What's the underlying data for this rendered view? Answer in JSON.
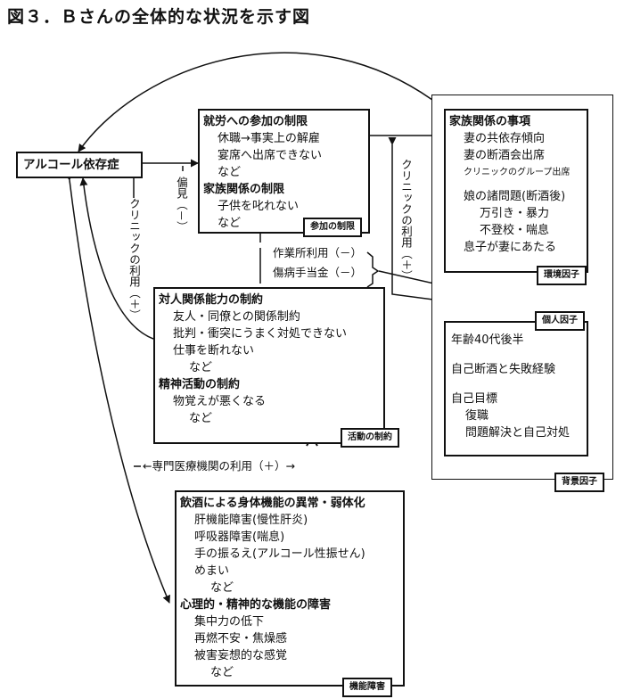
{
  "title": "図３．Ｂさんの全体的な状況を示す図",
  "alcohol": "アルコール依存症",
  "participation": {
    "lines": [
      "就労への参加の制限",
      "休職→事実上の解雇",
      "宴席へ出席できない",
      "など",
      "家族関係の制限",
      "子供を叱れない",
      "など"
    ],
    "tag": "参加の制限"
  },
  "environment": {
    "lines": [
      "家族関係の事項",
      "妻の共依存傾向",
      "妻の断酒会出席",
      "クリニックのグループ出席",
      "娘の諸問題(断酒後)",
      "万引き・暴力",
      "不登校・喘息",
      "息子が妻にあたる"
    ],
    "tag": "環境因子"
  },
  "background": {
    "tag": "背景因子"
  },
  "personal": {
    "lines": [
      "年齢40代後半",
      "自己断酒と失敗経験",
      "自己目標",
      "復職",
      "問題解決と自己対処"
    ],
    "tag": "個人因子"
  },
  "activity": {
    "lines": [
      "対人関係能力の制約",
      "友人・同僚との関係制約",
      "批判・衝突にうまく対処できない",
      "仕事を断れない",
      "など",
      "精神活動の制約",
      "物覚えが悪くなる",
      "など"
    ],
    "tag": "活動の制約"
  },
  "impairment": {
    "lines": [
      "飲酒による身体機能の異常・弱体化",
      "肝機能障害(慢性肝炎)",
      "呼吸器障害(喘息)",
      "手の振るえ(アルコール性振せん)",
      "めまい",
      "など",
      "心理的・精神的な機能の障害",
      "集中力の低下",
      "再燃不安・焦燥感",
      "被害妄想的な感覚",
      "など"
    ],
    "tag": "機能障害"
  },
  "labels": {
    "prejudice": "偏見（－）",
    "clinic_left": "クリニックの利用（＋）",
    "clinic_right": "クリニックの利用（＋）",
    "workshop": "作業所利用（－）",
    "sickpay": "傷病手当金（－）",
    "specialist": "←専門医療機関の利用（＋）→"
  }
}
